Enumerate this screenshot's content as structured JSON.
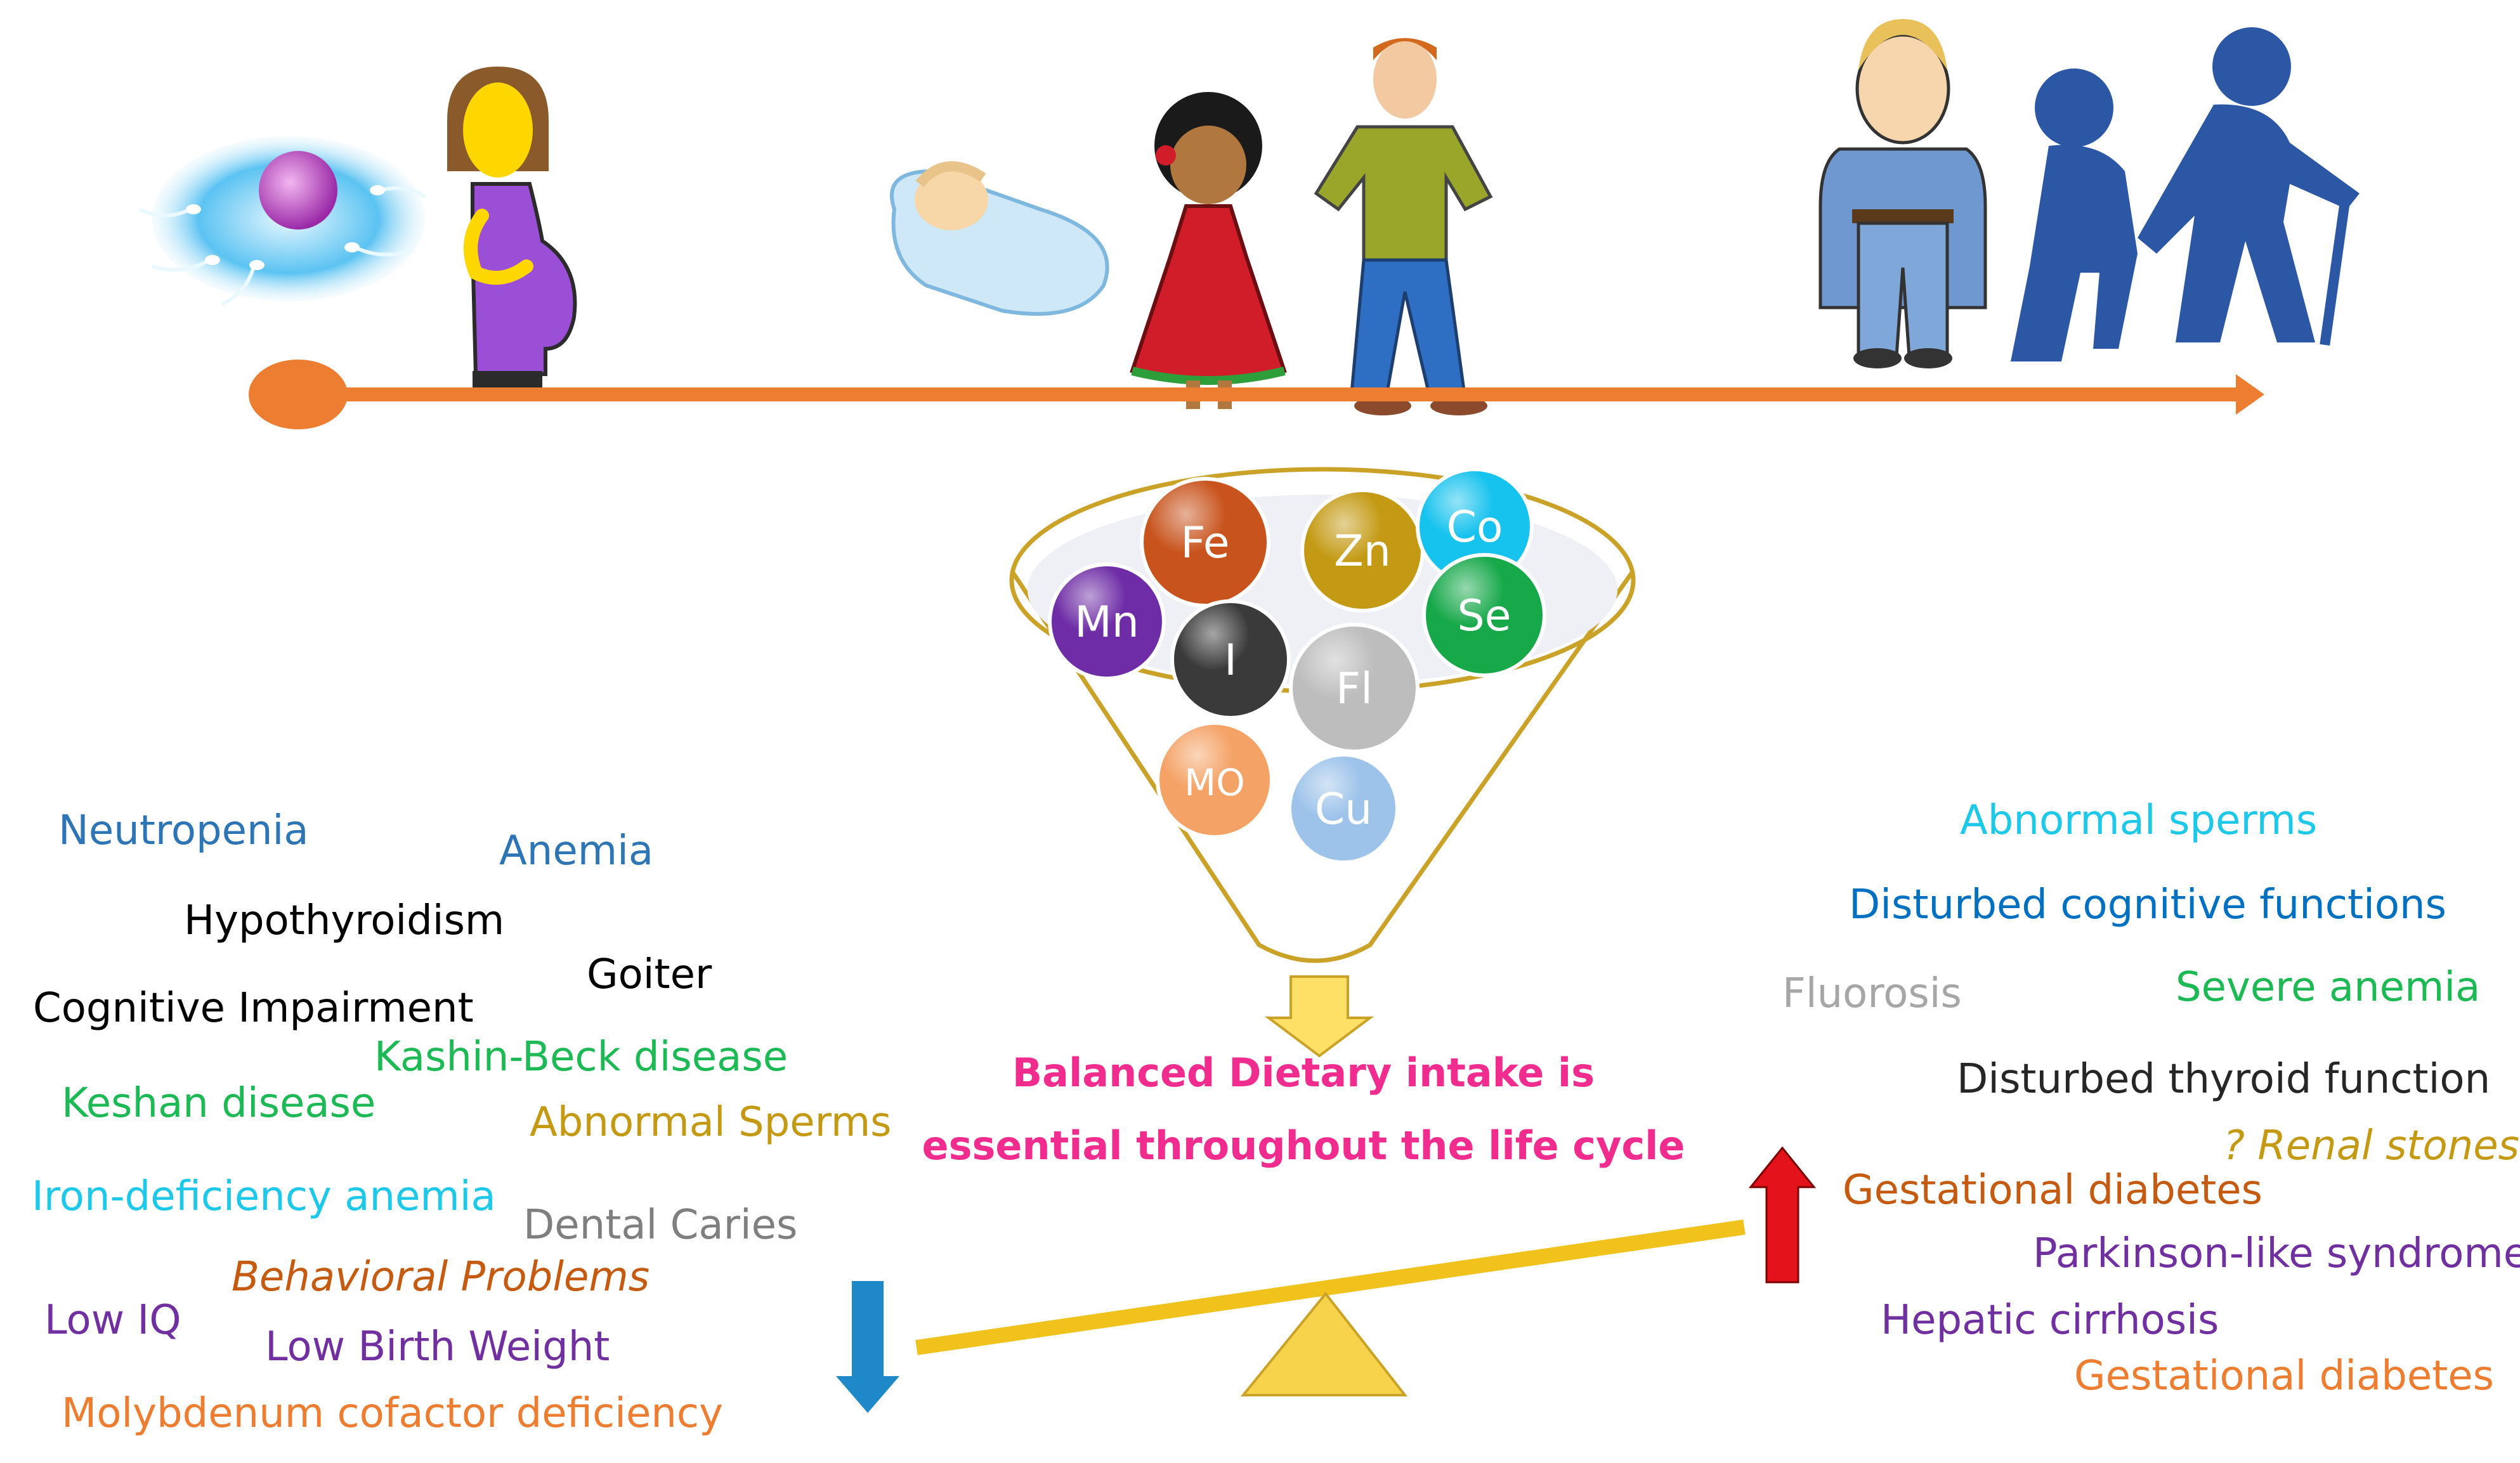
{
  "colors": {
    "timeline": "#ED7D31",
    "funnel_border": "#C9A227",
    "balance_beam": "#F2C21C",
    "fulcrum": "#F7D34C",
    "funnel_arrow": "#FFE066",
    "down_arrow": "#1E88C8",
    "up_arrow": "#E3121B",
    "message": "#F02D8F"
  },
  "life_stages": [
    {
      "name": "fertilization",
      "icon": "sperm-egg-icon"
    },
    {
      "name": "pregnancy",
      "icon": "pregnant-woman-icon"
    },
    {
      "name": "infant",
      "icon": "baby-icon"
    },
    {
      "name": "child",
      "icon": "girl-icon"
    },
    {
      "name": "adolescent",
      "icon": "teen-boy-icon"
    },
    {
      "name": "adult",
      "icon": "adult-man-icon"
    },
    {
      "name": "elderly",
      "icon": "elderly-couple-icon"
    }
  ],
  "minerals": [
    {
      "symbol": "Fe",
      "color": "#C8531C"
    },
    {
      "symbol": "Zn",
      "color": "#C49A14"
    },
    {
      "symbol": "Co",
      "color": "#16C2EE"
    },
    {
      "symbol": "Mn",
      "color": "#6E2DA6"
    },
    {
      "symbol": "Se",
      "color": "#17A84A"
    },
    {
      "symbol": "I",
      "color": "#3A3A3A"
    },
    {
      "symbol": "Fl",
      "color": "#BDBDBD"
    },
    {
      "symbol": "MO",
      "color": "#F5A266"
    },
    {
      "symbol": "Cu",
      "color": "#9DC3EA"
    }
  ],
  "message": {
    "line1": "Balanced Dietary intake is",
    "line2": "essential throughout the life cycle"
  },
  "deficiency": [
    {
      "text": "Neutropenia",
      "color": "#2E75B6"
    },
    {
      "text": "Anemia",
      "color": "#2E75B6"
    },
    {
      "text": "Hypothyroidism",
      "color": "#000000"
    },
    {
      "text": "Goiter",
      "color": "#000000"
    },
    {
      "text": "Cognitive Impairment",
      "color": "#000000"
    },
    {
      "text": "Kashin-Beck disease",
      "color": "#1DB954"
    },
    {
      "text": "Keshan disease",
      "color": "#1DB954"
    },
    {
      "text": "Abnormal Sperms",
      "color": "#C49A14"
    },
    {
      "text": "Iron-deficiency anemia",
      "color": "#1EC8E8"
    },
    {
      "text": "Dental Caries",
      "color": "#7F7F7F"
    },
    {
      "text": "Behavioral Problems",
      "color": "#C55A11",
      "italic": true
    },
    {
      "text": "Low IQ",
      "color": "#7030A0"
    },
    {
      "text": "Low Birth Weight",
      "color": "#7030A0"
    },
    {
      "text": "Molybdenum cofactor deficiency",
      "color": "#ED7D31"
    }
  ],
  "excess": [
    {
      "text": "Abnormal sperms",
      "color": "#1EC8E8"
    },
    {
      "text": "Disturbed cognitive functions",
      "color": "#0070C0"
    },
    {
      "text": "Fluorosis",
      "color": "#A6A6A6"
    },
    {
      "text": "Severe anemia",
      "color": "#1DB954"
    },
    {
      "text": "Disturbed thyroid function",
      "color": "#262626"
    },
    {
      "text": "? Renal stones",
      "color": "#C49A14",
      "italic": true
    },
    {
      "text": "Gestational diabetes",
      "color": "#C55A11"
    },
    {
      "text": "Parkinson-like syndrome",
      "color": "#7030A0"
    },
    {
      "text": "Hepatic cirrhosis",
      "color": "#7030A0"
    },
    {
      "text": "Gestational diabetes",
      "color": "#ED7D31"
    }
  ]
}
